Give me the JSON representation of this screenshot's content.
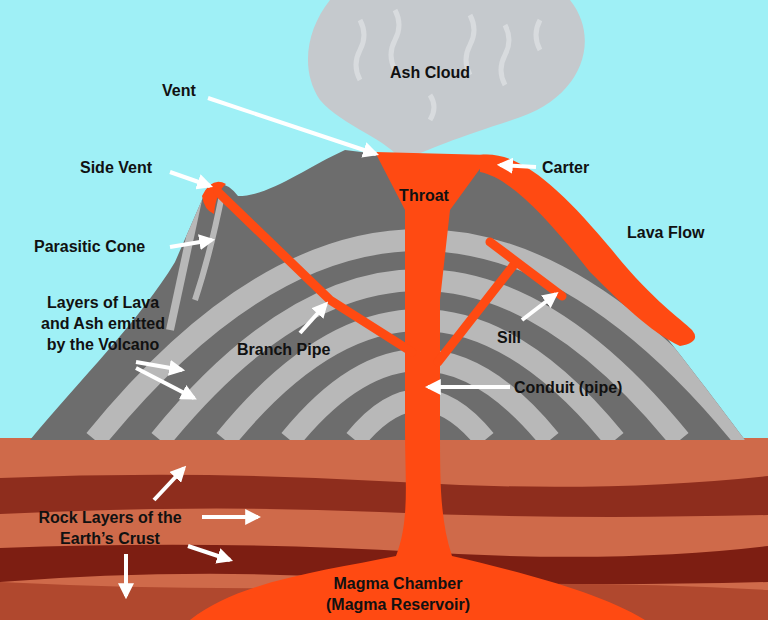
{
  "diagram": {
    "labels": [
      "Ash Cloud",
      "Vent",
      "Side Vent",
      "Carter",
      "Throat",
      "Lava Flow",
      "Parasitic Cone",
      "Layers of Lava and Ash emitted by the Volcano",
      "Branch Pipe",
      "Sill",
      "Conduit (pipe)",
      "Rock Layers of the Earth’s Crust",
      "Magma Chamber (Magma Reservoir)"
    ]
  }
}
